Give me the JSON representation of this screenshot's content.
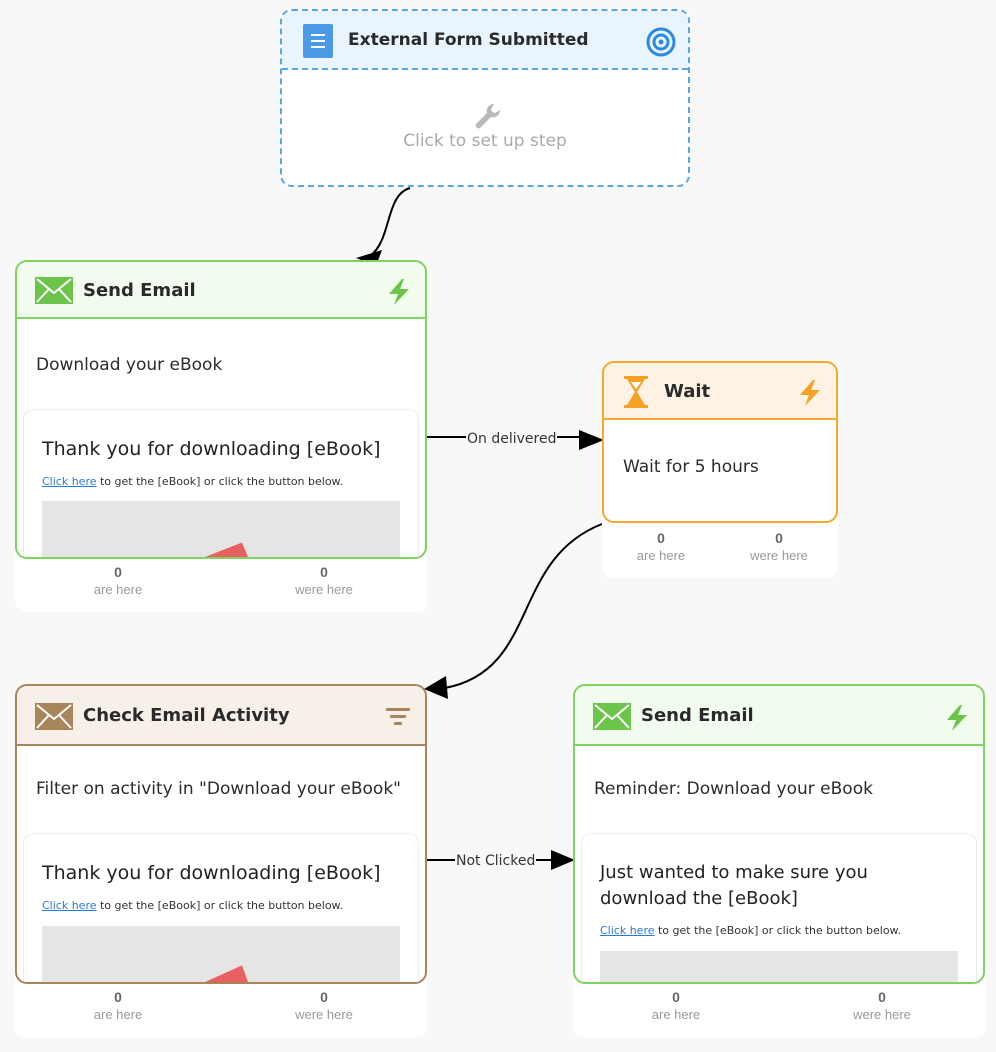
{
  "trigger": {
    "title": "External Form Submitted",
    "setup_text": "Click to set up step"
  },
  "nodes": [
    {
      "title": "Send Email",
      "subject": "Download your eBook",
      "preview_heading": "Thank you for downloading [eBook]",
      "preview_link": "Click here",
      "preview_text": " to get the [eBook] or click the button below.",
      "are_here": "0",
      "were_here": "0"
    },
    {
      "title": "Wait",
      "subject": "Wait for 5 hours",
      "are_here": "0",
      "were_here": "0"
    },
    {
      "title": "Check Email Activity",
      "subject": "Filter on activity in \"Download your eBook\"",
      "preview_heading": "Thank you for downloading [eBook]",
      "preview_link": "Click here",
      "preview_text": " to get the [eBook] or click the button below.",
      "are_here": "0",
      "were_here": "0"
    },
    {
      "title": "Send Email",
      "subject": "Reminder: Download your eBook",
      "preview_heading": "Just wanted to make sure you download the [eBook]",
      "preview_link": "Click here",
      "preview_text": " to get the [eBook] or click the button below.",
      "are_here": "0",
      "were_here": "0"
    }
  ],
  "labels": {
    "are_here": "are here",
    "were_here": "were here"
  },
  "edges": {
    "on_delivered": "On delivered",
    "not_clicked": "Not Clicked"
  },
  "colors": {
    "email_green": "#7fd35f",
    "wait_orange": "#f3aa2b",
    "filter_brown": "#a8855b",
    "trigger_blue": "#5aa6de",
    "preview_accent": "#e86060"
  },
  "icons": {
    "trigger": "document-icon",
    "trigger_right": "target-icon",
    "email": "envelope-icon",
    "trigger_bolt": "lightning-icon",
    "wait": "hourglass-icon",
    "filter": "filter-icon",
    "setup": "wrench-icon"
  }
}
